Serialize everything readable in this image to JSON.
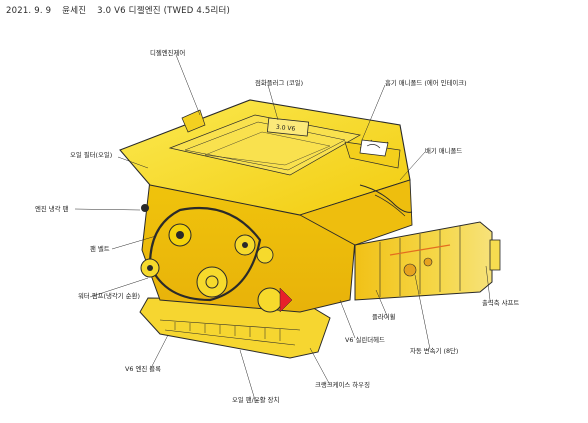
{
  "header": {
    "date": "2021. 9. 9",
    "author": "윤세진",
    "title": "3.0 V6 디젤엔진 (TWED 4.5리터)"
  },
  "engine_badge": "3.0 V6",
  "callouts": [
    {
      "id": "c1",
      "text": "디젤엔진제어"
    },
    {
      "id": "c2",
      "text": "점화플러그 (코일)"
    },
    {
      "id": "c3",
      "text": "흡기 매니폴드 (에어 인테이크)"
    },
    {
      "id": "c4",
      "text": "배기 매니폴드"
    },
    {
      "id": "c5",
      "text": "오일 필터(오일)"
    },
    {
      "id": "c6",
      "text": "엔진 냉각 팬"
    },
    {
      "id": "c7",
      "text": "팬 벨트"
    },
    {
      "id": "c8",
      "text": "워터 펌프(냉각기 순환)"
    },
    {
      "id": "c9",
      "text": "V6 엔진 블록"
    },
    {
      "id": "c10",
      "text": "오일 팬/윤활 장치"
    },
    {
      "id": "c11",
      "text": "크랭크케이스 하우징"
    },
    {
      "id": "c12",
      "text": "V6 실린더헤드"
    },
    {
      "id": "c13",
      "text": "플라이휠"
    },
    {
      "id": "c14",
      "text": "자동 변속기 (8단)"
    },
    {
      "id": "c15",
      "text": "출력축 샤프트"
    }
  ],
  "colors": {
    "body_yellow": "#f4d20a",
    "light_yellow": "#f8e64a",
    "shadow_yellow": "#d8ae08",
    "orange": "#e89a22",
    "line": "#2a2a2a",
    "leader": "#c0392b"
  }
}
